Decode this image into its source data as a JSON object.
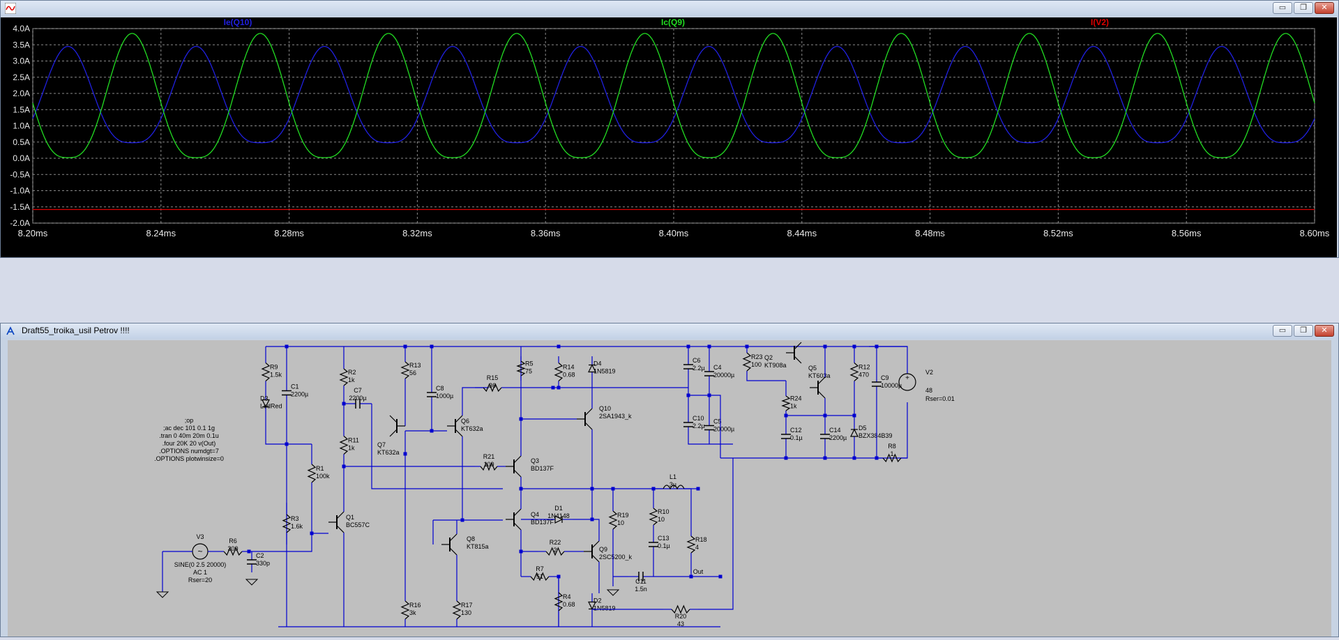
{
  "plot_window": {
    "icon": "waveform-icon",
    "buttons": {
      "minimize": "▭",
      "restore": "❐",
      "close": "✕"
    }
  },
  "schematic_window": {
    "title": "Draft55_troika_usil Petrov !!!!",
    "icon": "schematic-icon",
    "buttons": {
      "minimize": "▭",
      "restore": "❐",
      "close": "✕"
    }
  },
  "chart_data": {
    "type": "line",
    "title": "",
    "xlabel": "",
    "ylabel": "",
    "xlim": [
      8.2,
      8.6
    ],
    "ylim": [
      -2.0,
      4.0
    ],
    "grid": true,
    "x_ticks": [
      "8.20ms",
      "8.24ms",
      "8.28ms",
      "8.32ms",
      "8.36ms",
      "8.40ms",
      "8.44ms",
      "8.48ms",
      "8.52ms",
      "8.56ms",
      "8.60ms"
    ],
    "y_ticks": [
      "4.0A",
      "3.5A",
      "3.0A",
      "2.5A",
      "2.0A",
      "1.5A",
      "1.0A",
      "0.5A",
      "0.0A",
      "-0.5A",
      "-1.0A",
      "-1.5A",
      "-2.0A"
    ],
    "series": [
      {
        "name": "Ie(Q10)",
        "color": "#2020e0",
        "shape": "sine_half_rectified_wave",
        "min": 0.48,
        "max": 3.45,
        "period_ms": 0.04,
        "peaks_ms": [
          8.211,
          8.251,
          8.291,
          8.331,
          8.371,
          8.411,
          8.451,
          8.491,
          8.531,
          8.571
        ]
      },
      {
        "name": "Ic(Q9)",
        "color": "#22dd22",
        "min": 0.02,
        "max": 3.85,
        "period_ms": 0.04,
        "peaks_ms": [
          8.231,
          8.271,
          8.311,
          8.351,
          8.391,
          8.431,
          8.471,
          8.511,
          8.551,
          8.591
        ]
      },
      {
        "name": "I(V2)",
        "color": "#e00000",
        "constant": -1.58
      }
    ]
  },
  "schematic": {
    "directives": [
      ";op",
      ";ac dec 101 0.1 1g",
      ".tran 0 40m 20m 0.1u",
      ".four 20K 20 v(Out)",
      ".OPTIONS numdgt=7",
      ".OPTIONS plotwinsize=0"
    ],
    "source_v3": {
      "name": "V3",
      "value1": "SINE(0 2.5 20000)",
      "value2": "AC 1",
      "value3": "Rser=20"
    },
    "source_v2": {
      "name": "V2",
      "value1": "48",
      "value2": "Rser=0.01"
    },
    "net_out": "Out",
    "components": [
      {
        "ref": "R9",
        "val": "1.5k"
      },
      {
        "ref": "C1",
        "val": "2200µ"
      },
      {
        "ref": "D3",
        "val": "LedRed"
      },
      {
        "ref": "R1",
        "val": "100k"
      },
      {
        "ref": "R3",
        "val": "1.6k"
      },
      {
        "ref": "R6",
        "val": "300"
      },
      {
        "ref": "C2",
        "val": "330p"
      },
      {
        "ref": "R2",
        "val": "1k"
      },
      {
        "ref": "C7",
        "val": "2200µ"
      },
      {
        "ref": "R11",
        "val": "1k"
      },
      {
        "ref": "Q1",
        "val": "BC557C"
      },
      {
        "ref": "R13",
        "val": "56"
      },
      {
        "ref": "C8",
        "val": "1000µ"
      },
      {
        "ref": "Q7",
        "val": "KT632a"
      },
      {
        "ref": "Q6",
        "val": "KT632a"
      },
      {
        "ref": "R16",
        "val": "3k"
      },
      {
        "ref": "Q8",
        "val": "KT815a"
      },
      {
        "ref": "R17",
        "val": "130"
      },
      {
        "ref": "R15",
        "val": "36"
      },
      {
        "ref": "R21",
        "val": "100"
      },
      {
        "ref": "R5",
        "val": "75"
      },
      {
        "ref": "R14",
        "val": "0.68"
      },
      {
        "ref": "Q3",
        "val": "BD137F"
      },
      {
        "ref": "Q4",
        "val": "BD137F"
      },
      {
        "ref": "D1",
        "val": "1N4148"
      },
      {
        "ref": "R22",
        "val": "2"
      },
      {
        "ref": "R7",
        "val": "51"
      },
      {
        "ref": "R4",
        "val": "0.68"
      },
      {
        "ref": "D4",
        "val": "1N5819"
      },
      {
        "ref": "Q10",
        "val": "2SA1943_k"
      },
      {
        "ref": "Q9",
        "val": "2SC5200_k"
      },
      {
        "ref": "D2",
        "val": "1N5819"
      },
      {
        "ref": "R19",
        "val": "10"
      },
      {
        "ref": "C11",
        "val": "1.5n"
      },
      {
        "ref": "R10",
        "val": "10"
      },
      {
        "ref": "C13",
        "val": "0.1µ"
      },
      {
        "ref": "L1",
        "val": "3µ"
      },
      {
        "ref": "R18",
        "val": "4"
      },
      {
        "ref": "R20",
        "val": "43"
      },
      {
        "ref": "C6",
        "val": "2.2µ"
      },
      {
        "ref": "C4",
        "val": "20000µ"
      },
      {
        "ref": "C10",
        "val": "2.2µ"
      },
      {
        "ref": "C5",
        "val": "20000µ"
      },
      {
        "ref": "R23",
        "val": "100"
      },
      {
        "ref": "Q2",
        "val": "KT908a"
      },
      {
        "ref": "Q5",
        "val": "KT603a"
      },
      {
        "ref": "R24",
        "val": "1k"
      },
      {
        "ref": "C12",
        "val": "0.1µ"
      },
      {
        "ref": "C14",
        "val": "2200µ"
      },
      {
        "ref": "R12",
        "val": "470"
      },
      {
        "ref": "D5",
        "val": "BZX384B39"
      },
      {
        "ref": "C9",
        "val": "10000µ"
      },
      {
        "ref": "R8",
        "val": "1"
      }
    ]
  }
}
